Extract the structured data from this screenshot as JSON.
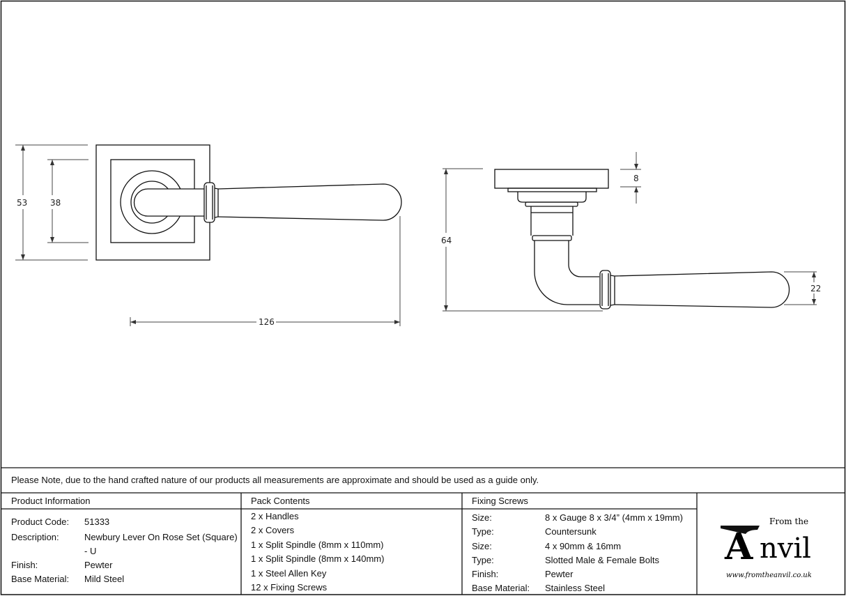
{
  "dimensions": {
    "front_height_outer": "53",
    "front_height_inner": "38",
    "front_length": "126",
    "side_height": "64",
    "side_plate_thickness": "8",
    "side_lever_thickness": "22"
  },
  "note": "Please Note, due to the hand crafted nature of our products all measurements are approximate and should be used as a guide only.",
  "product_info": {
    "header": "Product Information",
    "rows": [
      {
        "label": "Product Code:",
        "value": "51333"
      },
      {
        "label": "Description:",
        "value": "Newbury Lever On Rose Set (Square)",
        "value2": "- U"
      },
      {
        "label": "Finish:",
        "value": "Pewter"
      },
      {
        "label": "Base Material:",
        "value": "Mild Steel"
      }
    ]
  },
  "pack_contents": {
    "header": "Pack Contents",
    "items": [
      "2 x Handles",
      "2 x Covers",
      "1 x Split Spindle (8mm x 110mm)",
      "1 x Split Spindle (8mm x 140mm)",
      "1 x Steel Allen Key",
      "12 x Fixing Screws"
    ]
  },
  "fixing_screws": {
    "header": "Fixing Screws",
    "rows": [
      {
        "label": "Size:",
        "value": "8 x Gauge 8 x 3/4” (4mm x 19mm)"
      },
      {
        "label": "Type:",
        "value": "Countersunk"
      },
      {
        "label": "Size:",
        "value": "4 x 90mm & 16mm"
      },
      {
        "label": "Type:",
        "value": "Slotted Male & Female Bolts"
      },
      {
        "label": "Finish:",
        "value": "Pewter"
      },
      {
        "label": "Base Material:",
        "value": "Stainless Steel"
      }
    ]
  },
  "logo": {
    "from_the": "From the",
    "initial": "A",
    "rest": "nvil",
    "url": "www.fromtheanvil.co.uk"
  }
}
